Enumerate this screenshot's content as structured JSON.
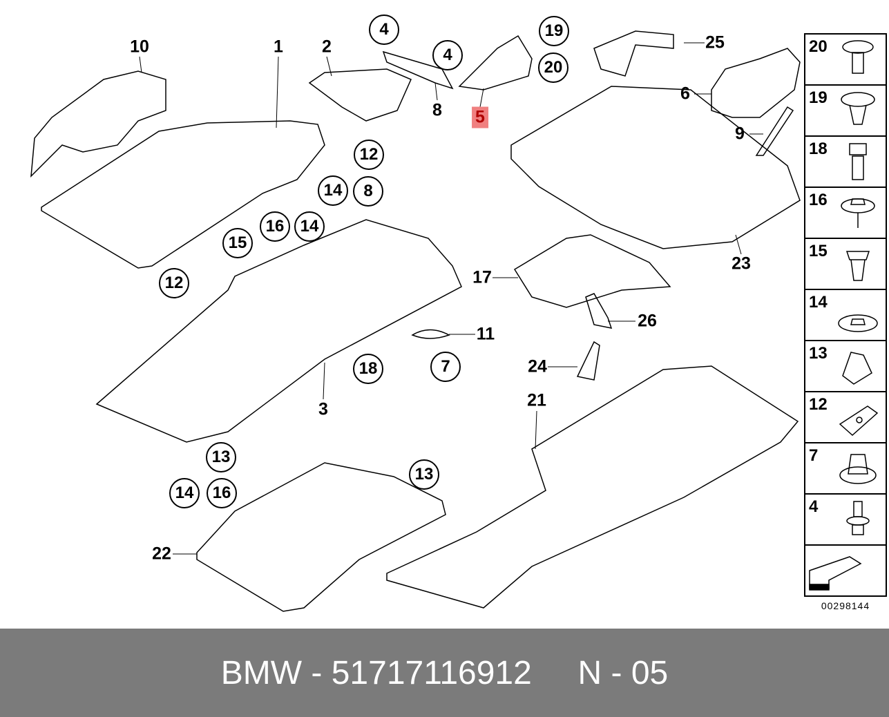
{
  "callouts_circled": [
    "4",
    "19",
    "4",
    "20",
    "12",
    "14",
    "8",
    "16",
    "14",
    "15",
    "12",
    "18",
    "7",
    "13",
    "13",
    "14",
    "16"
  ],
  "callouts_plain": [
    "10",
    "1",
    "2",
    "25",
    "6",
    "8",
    "9",
    "23",
    "17",
    "26",
    "11",
    "3",
    "24",
    "21",
    "22"
  ],
  "highlighted_callout": "5",
  "side_parts": [
    "20",
    "19",
    "18",
    "16",
    "15",
    "14",
    "13",
    "12",
    "7",
    "4"
  ],
  "diagram_code": "00298144",
  "footer": {
    "brand": "BMW",
    "separator": " - ",
    "part_number": "51717116912",
    "section": "N - 05"
  },
  "colors": {
    "highlight": "#f08080",
    "footer_bg": "#7b7b7b"
  }
}
